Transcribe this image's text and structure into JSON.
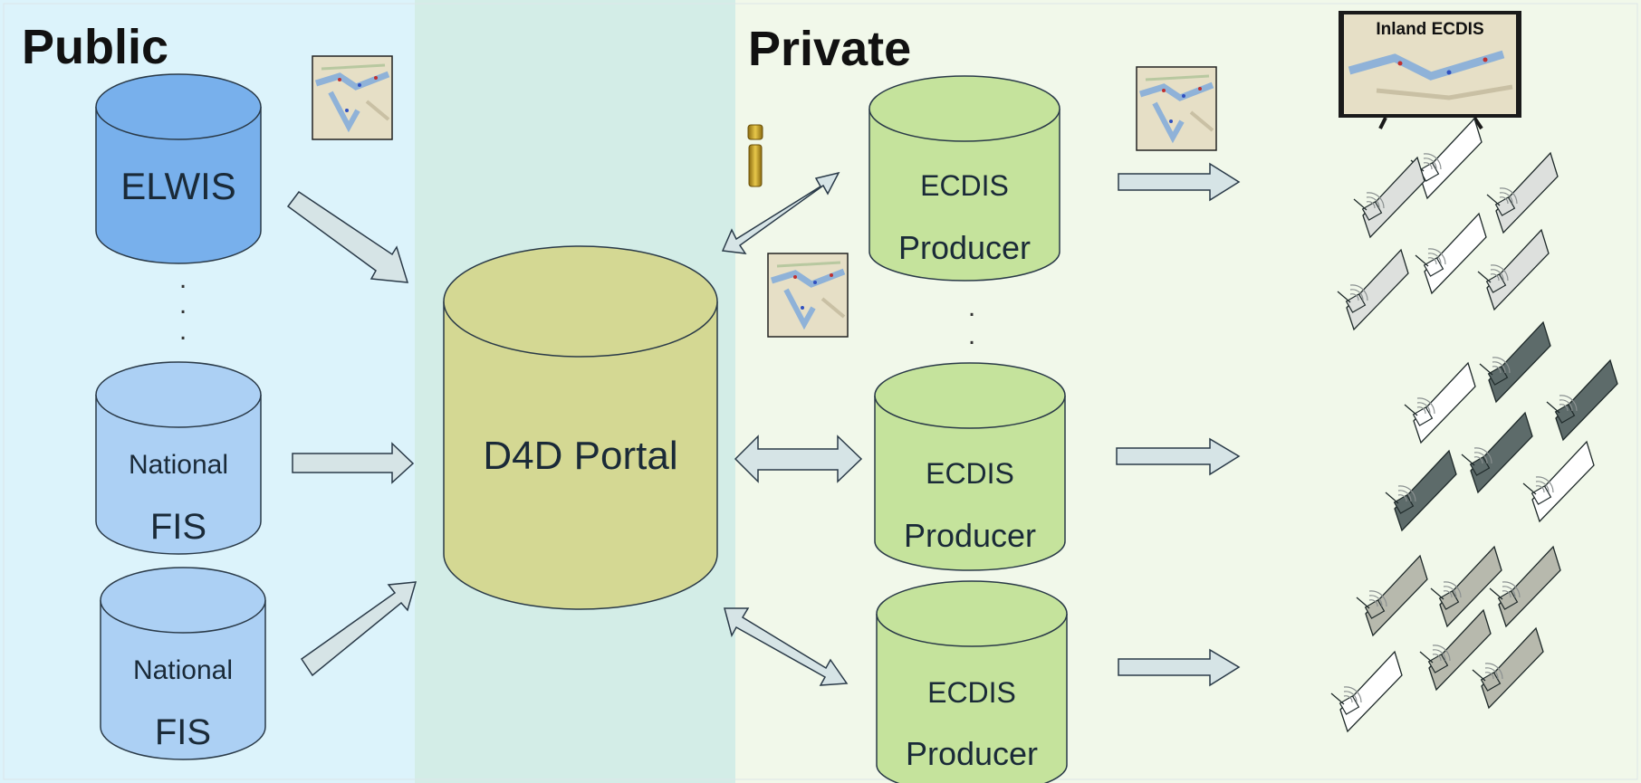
{
  "zones": {
    "public_title": "Public",
    "private_title": "Private"
  },
  "sources": {
    "elwis_label": "ELWIS",
    "national_fis_1_line1": "National",
    "national_fis_1_line2": "FIS",
    "national_fis_2_line1": "National",
    "national_fis_2_line2": "FIS",
    "ellipsis": ". . ."
  },
  "portal": {
    "label": "D4D Portal"
  },
  "producers": {
    "p1_line1": "ECDIS",
    "p1_line2": "Producer",
    "p2_line1": "ECDIS",
    "p2_line2": "Producer",
    "p3_line1": "ECDIS",
    "p3_line2": "Producer",
    "ellipsis": ". . ."
  },
  "display": {
    "tv_label": "Inland ECDIS"
  },
  "colors": {
    "public_bg": "#dcf3fb",
    "portal_zone_bg": "#d3ede7",
    "private_bg": "#f1f8ea",
    "elwis_fill": "#78b0ec",
    "fis_fill": "#acd0f4",
    "portal_fill": "#d4d893",
    "producer_fill": "#c5e39c",
    "arrow_fill": "#d6e4e6",
    "ship_dark": "#5d6b6a",
    "ship_mid": "#b7b9ad",
    "ship_light": "#dde0dd"
  },
  "icons": {
    "info": "info-icon",
    "map": "map-thumbnail-icon",
    "tv": "tv-icon",
    "ship": "ship-icon"
  }
}
